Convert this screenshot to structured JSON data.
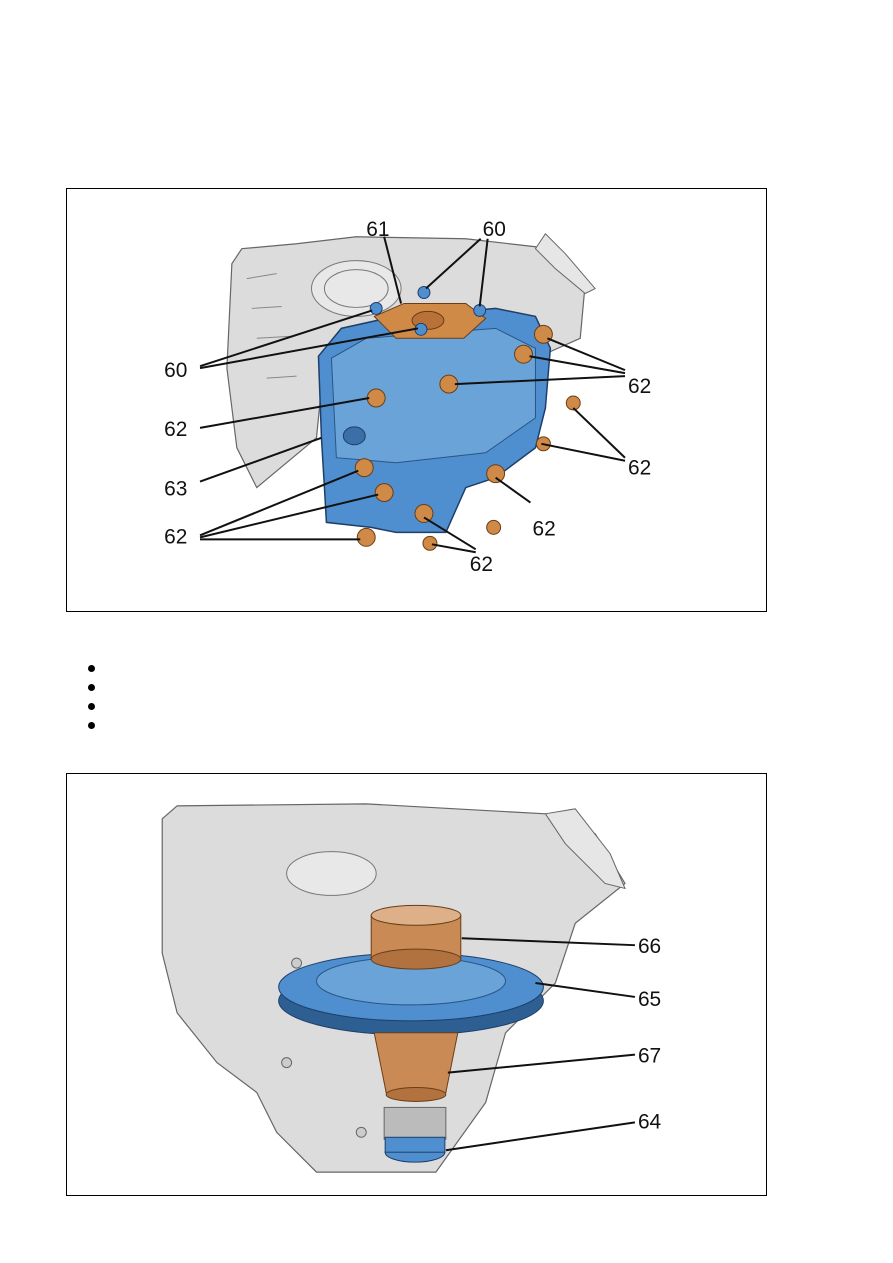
{
  "figure1": {
    "callouts": {
      "c61": "61",
      "c60_top": "60",
      "c60_left": "60",
      "c62_right_upper": "62",
      "c62_left_upper": "62",
      "c62_right_mid": "62",
      "c63": "63",
      "c62_center_right": "62",
      "c62_left_lower": "62",
      "c62_bottom": "62"
    },
    "colors": {
      "cover": "#4f8fcf",
      "bolts": "#d08a48",
      "housing": "#dcdcdc",
      "outline": "#3a3a3a"
    }
  },
  "bullet_list": {
    "items": [
      "",
      "",
      "",
      ""
    ]
  },
  "figure2": {
    "callouts": {
      "c66": "66",
      "c65": "65",
      "c67": "67",
      "c64": "64"
    },
    "colors": {
      "gear": "#4f8fcf",
      "bearing": "#c98a55",
      "housing": "#dcdcdc"
    }
  }
}
